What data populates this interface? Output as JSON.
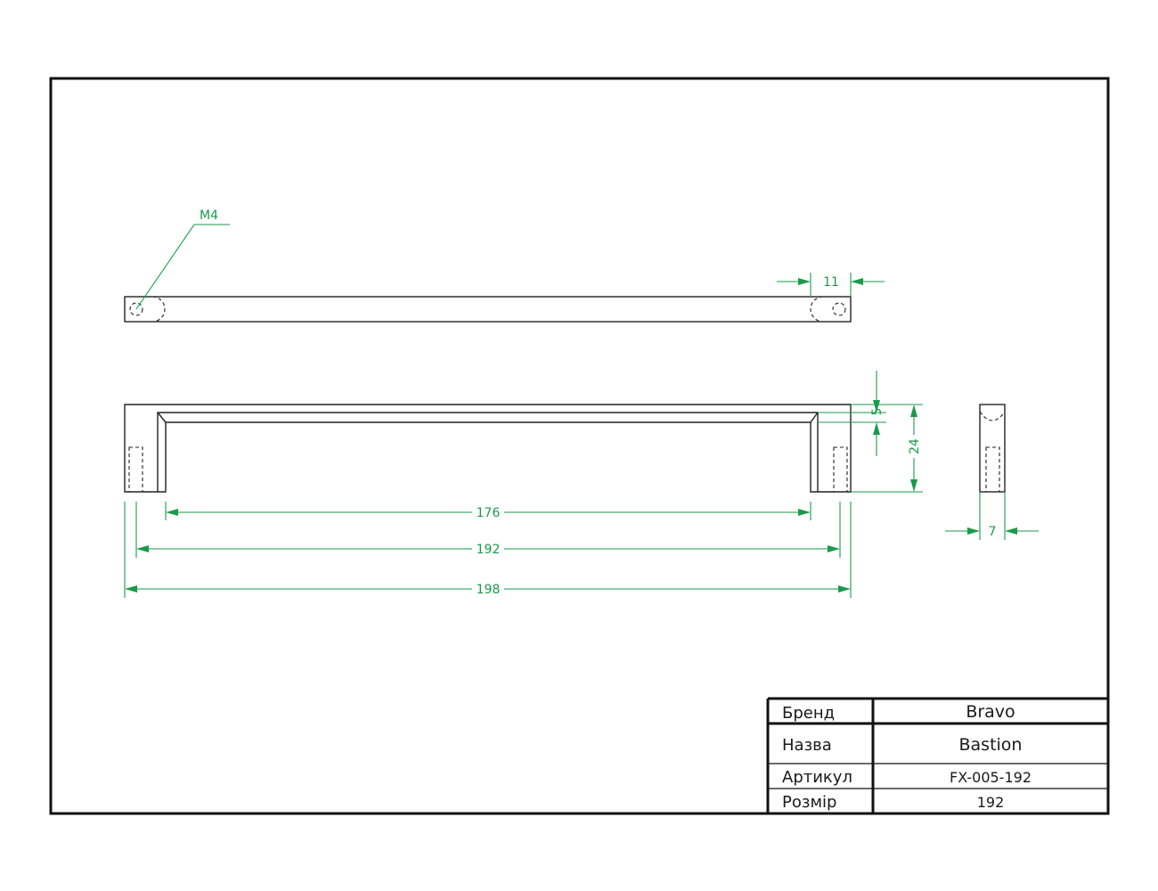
{
  "drawing": {
    "colors": {
      "outline": "#222222",
      "dimension": "#1a9a4a",
      "frame": "#111111"
    },
    "dimensions": {
      "thread": "M4",
      "hole_offset": "11",
      "top_thickness": "5",
      "height": "24",
      "depth": "7",
      "inner_length": "176",
      "center_distance": "192",
      "overall_length": "198"
    },
    "title_block": {
      "rows": [
        {
          "label": "Бренд",
          "value": "Bravo"
        },
        {
          "label": "Назва",
          "value": "Bastion"
        },
        {
          "label": "Артикул",
          "value": "FX-005-192"
        },
        {
          "label": "Розмір",
          "value": "192"
        }
      ]
    }
  }
}
